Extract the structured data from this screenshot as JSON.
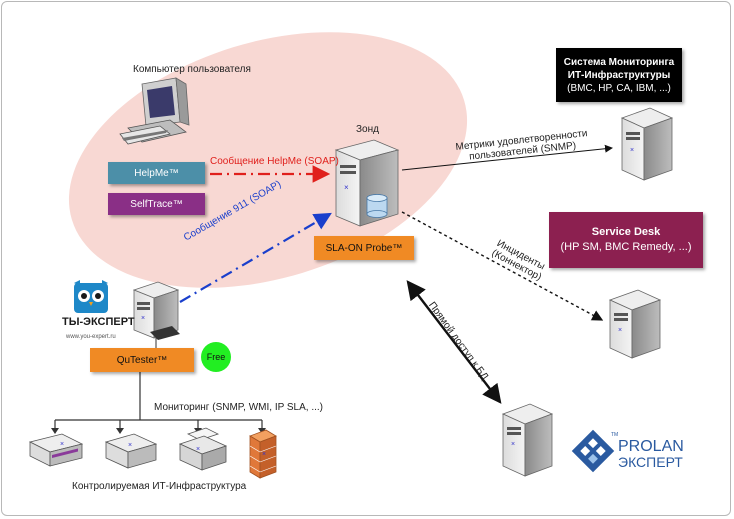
{
  "labels": {
    "user_computer": "Компьютер пользователя",
    "probe": "Зонд",
    "helpme_msg": "Сообщение HelpMe (SOAP)",
    "msg911": "Сообщение 911 (SOAP)",
    "metrics_line1": "Метрики удовлетворенности",
    "metrics_line2": "пользователей (SNMP)",
    "incidents_line1": "Инциденты",
    "incidents_line2": "(Коннектор)",
    "direct_db": "Прямой доступ к БД",
    "monitoring": "Мониторинг (SNMP, WMI, IP SLA, ...)",
    "infra": "Контролируемая ИТ-Инфраструктура"
  },
  "boxes": {
    "helpme": "HelpMe™",
    "selftrace": "SelfTrace™",
    "slaon": "SLA-ON Probe™",
    "qutester": "QuTester™",
    "free": "Free"
  },
  "monitoring_system": {
    "line1": "Система Мониторинга",
    "line2": "ИТ-Инфраструктуры",
    "line3": "(BMC, HP, CA, IBM, ...)"
  },
  "service_desk": {
    "title": "Service Desk",
    "subtitle": "(HP SM, BMC Remedy, ...)"
  },
  "expert_logo": {
    "name": "ТЫ-ЭКСПЕРТ",
    "url": "www.you-expert.ru"
  },
  "prolan_logo": {
    "line1": "PROLAN",
    "line2": "ЭКСПЕРТ",
    "mark": "TM"
  },
  "colors": {
    "ellipse": "#f8d8d3",
    "helpme_arrow": "#e0201c",
    "soap911_arrow": "#1a3fcc",
    "helpme_box": "#4c8fa8",
    "selftrace_box": "#8a2f86",
    "orange_box": "#f08a24",
    "service_desk": "#8c2050",
    "free": "#22ee22",
    "prolan_blue": "#2a5aa0"
  }
}
